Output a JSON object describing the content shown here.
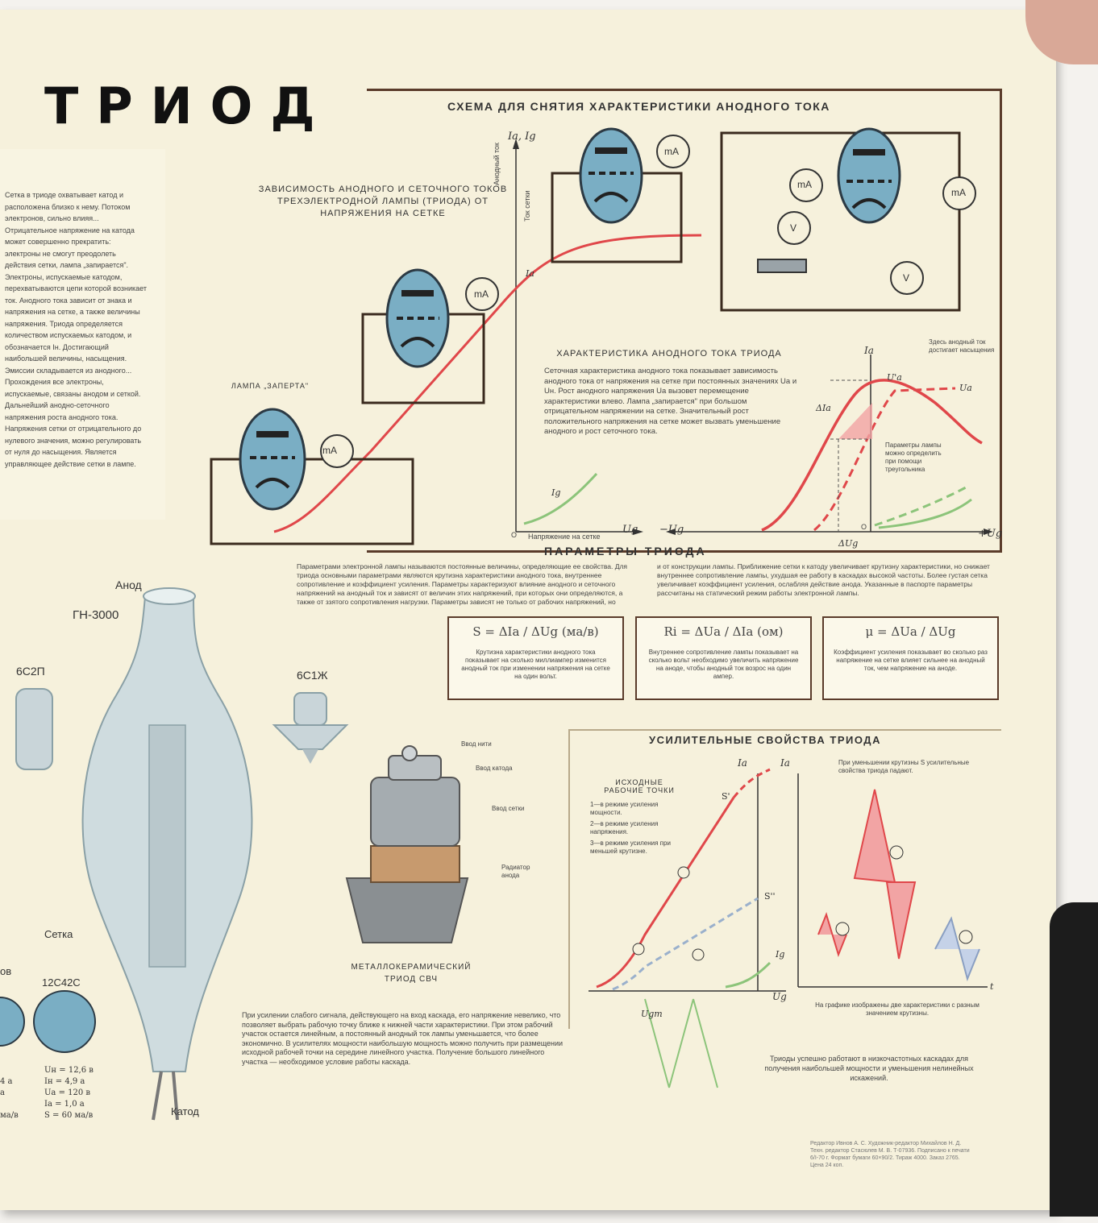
{
  "poster": {
    "title": "ТРИОД",
    "circuit_title": "СХЕМА ДЛЯ СНЯТИЯ ХАРАКТЕРИСТИКИ АНОДНОГО ТОКА",
    "dependency_caption": "ЗАВИСИМОСТЬ АНОДНОГО И СЕТОЧНОГО ТОКОВ ТРЕХЭЛЕКТРОДНОЙ ЛАМПЫ (ТРИОДА) ОТ НАПРЯЖЕНИЯ НА СЕТКЕ",
    "lamp_locked": "ЛАМПА „ЗАПЕРТА\"",
    "ma_label": "mA",
    "volt_label": "V",
    "axis_ia_ig": "Iа, Ig",
    "axis_anode_current": "Анодный ток",
    "axis_grid_current": "Ток сетки",
    "axis_voltage": "Напряжение на сетке",
    "axis_ug": "Ug",
    "axis_ia": "Iа",
    "axis_ig": "Ig",
    "axis_zero": "O",
    "anode_char_title": "ХАРАКТЕРИСТИКА АНОДНОГО ТОКА ТРИОДА",
    "anode_char_text": "Сеточная характеристика анодного тока показывает зависимость анодного тока от напряжения на сетке при постоянных значениях Uа и Uн. Рост анодного напряжения Uа вызовет перемещение характеристики влево. Лампа „запирается\" при большом отрицательном напряжении на сетке. Значительный рост положительного напряжения на сетке может вызвать уменьшение анодного и рост сеточного тока.",
    "saturation_note": "Здесь анодный ток достигает насыщения",
    "triangle_note": "Параметры лампы можно определить при помощи треугольника",
    "minus_ug": "−Ug",
    "plus_ug": "+Ug",
    "delta_ia": "ΔIа",
    "delta_ug": "ΔUg",
    "ua_prime": "U'а",
    "ua": "Uа",
    "left_text": "Сетка в триоде охватывает катод и расположена близко к нему. Потоком электронов, сильно влияя... Отрицательное напряжение на катода может совершенно прекратить: электроны не смогут преодолеть действия сетки, лампа „запирается\". Электроны, испускаемые катодом, перехватываются цепи которой возникает ток. Анодного тока зависит от знака и напряжения на сетке, а также величины напряжения. Триода определяется количеством испускаемых катодом, и обозначается Iн. Достигающий наибольшей величины, насыщения. Эмиссии складывается из анодного... Прохождения все электроны, испускаемые, связаны анодом и сеткой. Дальнейший анодно-сеточного напряжения роста анодного тока. Напряжения сетки от отрицательного до нулевого значения, можно регулировать от нуля до насыщения. Является управляющее действие сетки в лампе.",
    "params_title": "ПАРАМЕТРЫ ТРИОДА",
    "params_text_left": "Параметрами электронной лампы называются постоянные величины, определяющие ее свойства. Для триода основными параметрами являются крутизна характеристики анодного тока, внутреннее сопротивление и коэффициент усиления. Параметры характеризуют влияние анодного и сеточного напряжений на анодный ток и зависят от величин этих напряжений, при которых они определяются, а также от ззятого сопротивления нагрузки. Параметры зависят не только от рабочих напряжений, но",
    "params_text_right": "и от конструкции лампы. Приближение сетки к катоду увеличивает крутизну характеристики, но снижает внутреннее сопротивление лампы, ухудшая ее работу в каскадах высокой частоты. Более густая сетка увеличивает коэффициент усиления, ослабляя действие анода. Указанные в паспорте параметры рассчитаны на статический режим работы электронной лампы.",
    "formula_s": "S = ΔIа / ΔUg (ма/в)",
    "formula_s_text": "Крутизна характеристики анодного тока показывает на сколько миллиампер изменится анодный ток при изменении напряжения на сетке на один вольт.",
    "formula_r": "Ri = ΔUа / ΔIа (ом)",
    "formula_r_text": "Внутреннее сопротивление лампы показывает на сколько вольт необходимо увеличить напряжение на аноде, чтобы анодный ток возрос на один ампер.",
    "formula_mu": "μ = ΔUа / ΔUg",
    "formula_mu_text": "Коэффициент усиления показывает во сколько раз напряжение на сетке влияет сильнее на анодный ток, чем напряжение на аноде.",
    "amp_title": "УСИЛИТЕЛЬНЫЕ СВОЙСТВА ТРИОДА",
    "amp_points_title": "ИСХОДНЫЕ РАБОЧИЕ ТОЧКИ",
    "amp_point_1": "1—в режиме усиления мощности.",
    "amp_point_2": "2—в режиме усиления напряжения.",
    "amp_point_3": "3—в режиме усиления при меньшей крутизне.",
    "amp_slope_note": "При уменьшении крутизны S усилительные свойства триода падают.",
    "amp_graph_note": "На графике изображены две характеристики с разным значением крутизны.",
    "amp_final_note": "Триоды успешно работают в низкочастотных каскадах для получения наибольшей мощности и уменьшения нелинейных искажений.",
    "amp_text": "При усилении слабого сигнала, действующего на вход каскада, его напряжение невелико, что позволяет выбрать рабочую точку ближе к нижней части характеристики. При этом рабочий участок остается линейным, а постоянный анодный ток лампы уменьшается, что более экономично. В усилителях мощности наибольшую мощность можно получить при размещении исходной рабочей точки на середине линейного участка. Получение большого линейного участка — необходимое условие работы каскада.",
    "s_prime": "S'",
    "s_double": "S''",
    "ugm": "Ugm",
    "t_axis": "t",
    "tube_gn": "ГН-3000",
    "tube_6s2p": "6С2П",
    "tube_6s1zh": "6С1Ж",
    "tube_12s42s": "12С42С",
    "anode": "Анод",
    "grid": "Сетка",
    "cathode": "Катод",
    "trunc_label": "ов",
    "ceramic_title": "МЕТАЛЛОКЕРАМИЧЕСКИЙ ТРИОД СВЧ",
    "lead_filament": "Ввод нити",
    "lead_cathode": "Ввод катода",
    "lead_grid": "Ввод сетки",
    "radiator": "Радиатор анода",
    "specs": [
      "Uн = 12,6 в",
      "Iн = 4,9 а",
      "Uа = 120 в",
      "Iа = 1,0 а",
      "S = 60 ма/в"
    ],
    "specs_left": [
      "4 а",
      "а",
      "ма/в"
    ],
    "imprint": "Редактор Ивнов А. С. Художник-редактор Михайлов Н. Д. Техн. редактор Стасюлев М. В. Т-07936. Подписано к печати 6/I-70 г. Формат бумаги 60×90/2. Тираж 4000. Заказ 2765. Цена 24 коп."
  },
  "colors": {
    "paper": "#f6f1dc",
    "tube_blue": "#7aaec4",
    "curve_red": "#e0474a",
    "curve_green": "#8cc47a",
    "frame_brown": "#5a3b2a",
    "fill_pink": "#f2a4a4"
  }
}
